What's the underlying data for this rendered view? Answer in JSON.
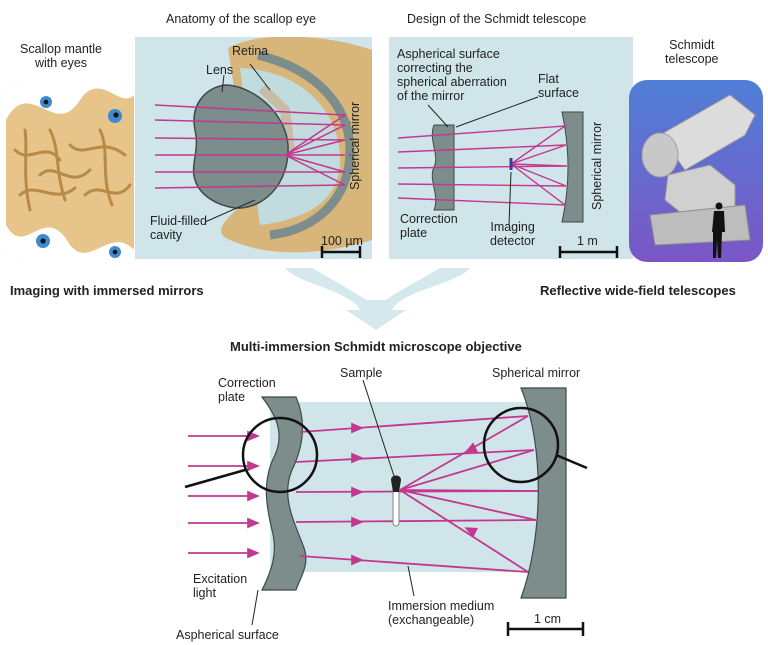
{
  "colors": {
    "panel_bg": "#cfe5ea",
    "ray": "#c2388f",
    "optic": "#7c8d8b",
    "optic_edge": "#3e4a49",
    "tissue": "#d8b67a",
    "telescope_bg_top": "#4f7fd6",
    "telescope_bg_bottom": "#7b56c6",
    "arrow": "#cfe6ec"
  },
  "top": {
    "scallop_mantle_label": "Scallop mantle\nwith eyes",
    "eye_panel_title": "Anatomy of the scallop eye",
    "eye": {
      "retina": "Retina",
      "lens": "Lens",
      "spherical_mirror": "Spherical mirror",
      "fluid_cavity": "Fluid-filled\ncavity",
      "scale": "100 µm"
    },
    "schmidt_panel_title": "Design of the Schmidt telescope",
    "schmidt": {
      "aspherical": "Aspherical surface\ncorrecting the\nspherical aberration\nof the mirror",
      "flat_surface": "Flat\nsurface",
      "spherical_mirror": "Spherical mirror",
      "correction_plate": "Correction\nplate",
      "imaging_detector": "Imaging\ndetector",
      "scale": "1 m"
    },
    "telescope_label": "Schmidt\ntelescope",
    "left_caption": "Imaging with immersed mirrors",
    "right_caption": "Reflective wide-field telescopes"
  },
  "bottom": {
    "title": "Multi-immersion Schmidt microscope objective",
    "correction_plate": "Correction\nplate",
    "sample": "Sample",
    "spherical_mirror": "Spherical mirror",
    "excitation_light": "Excitation\nlight",
    "aspherical_surface": "Aspherical surface",
    "immersion_medium": "Immersion medium\n(exchangeable)",
    "scale": "1 cm"
  }
}
